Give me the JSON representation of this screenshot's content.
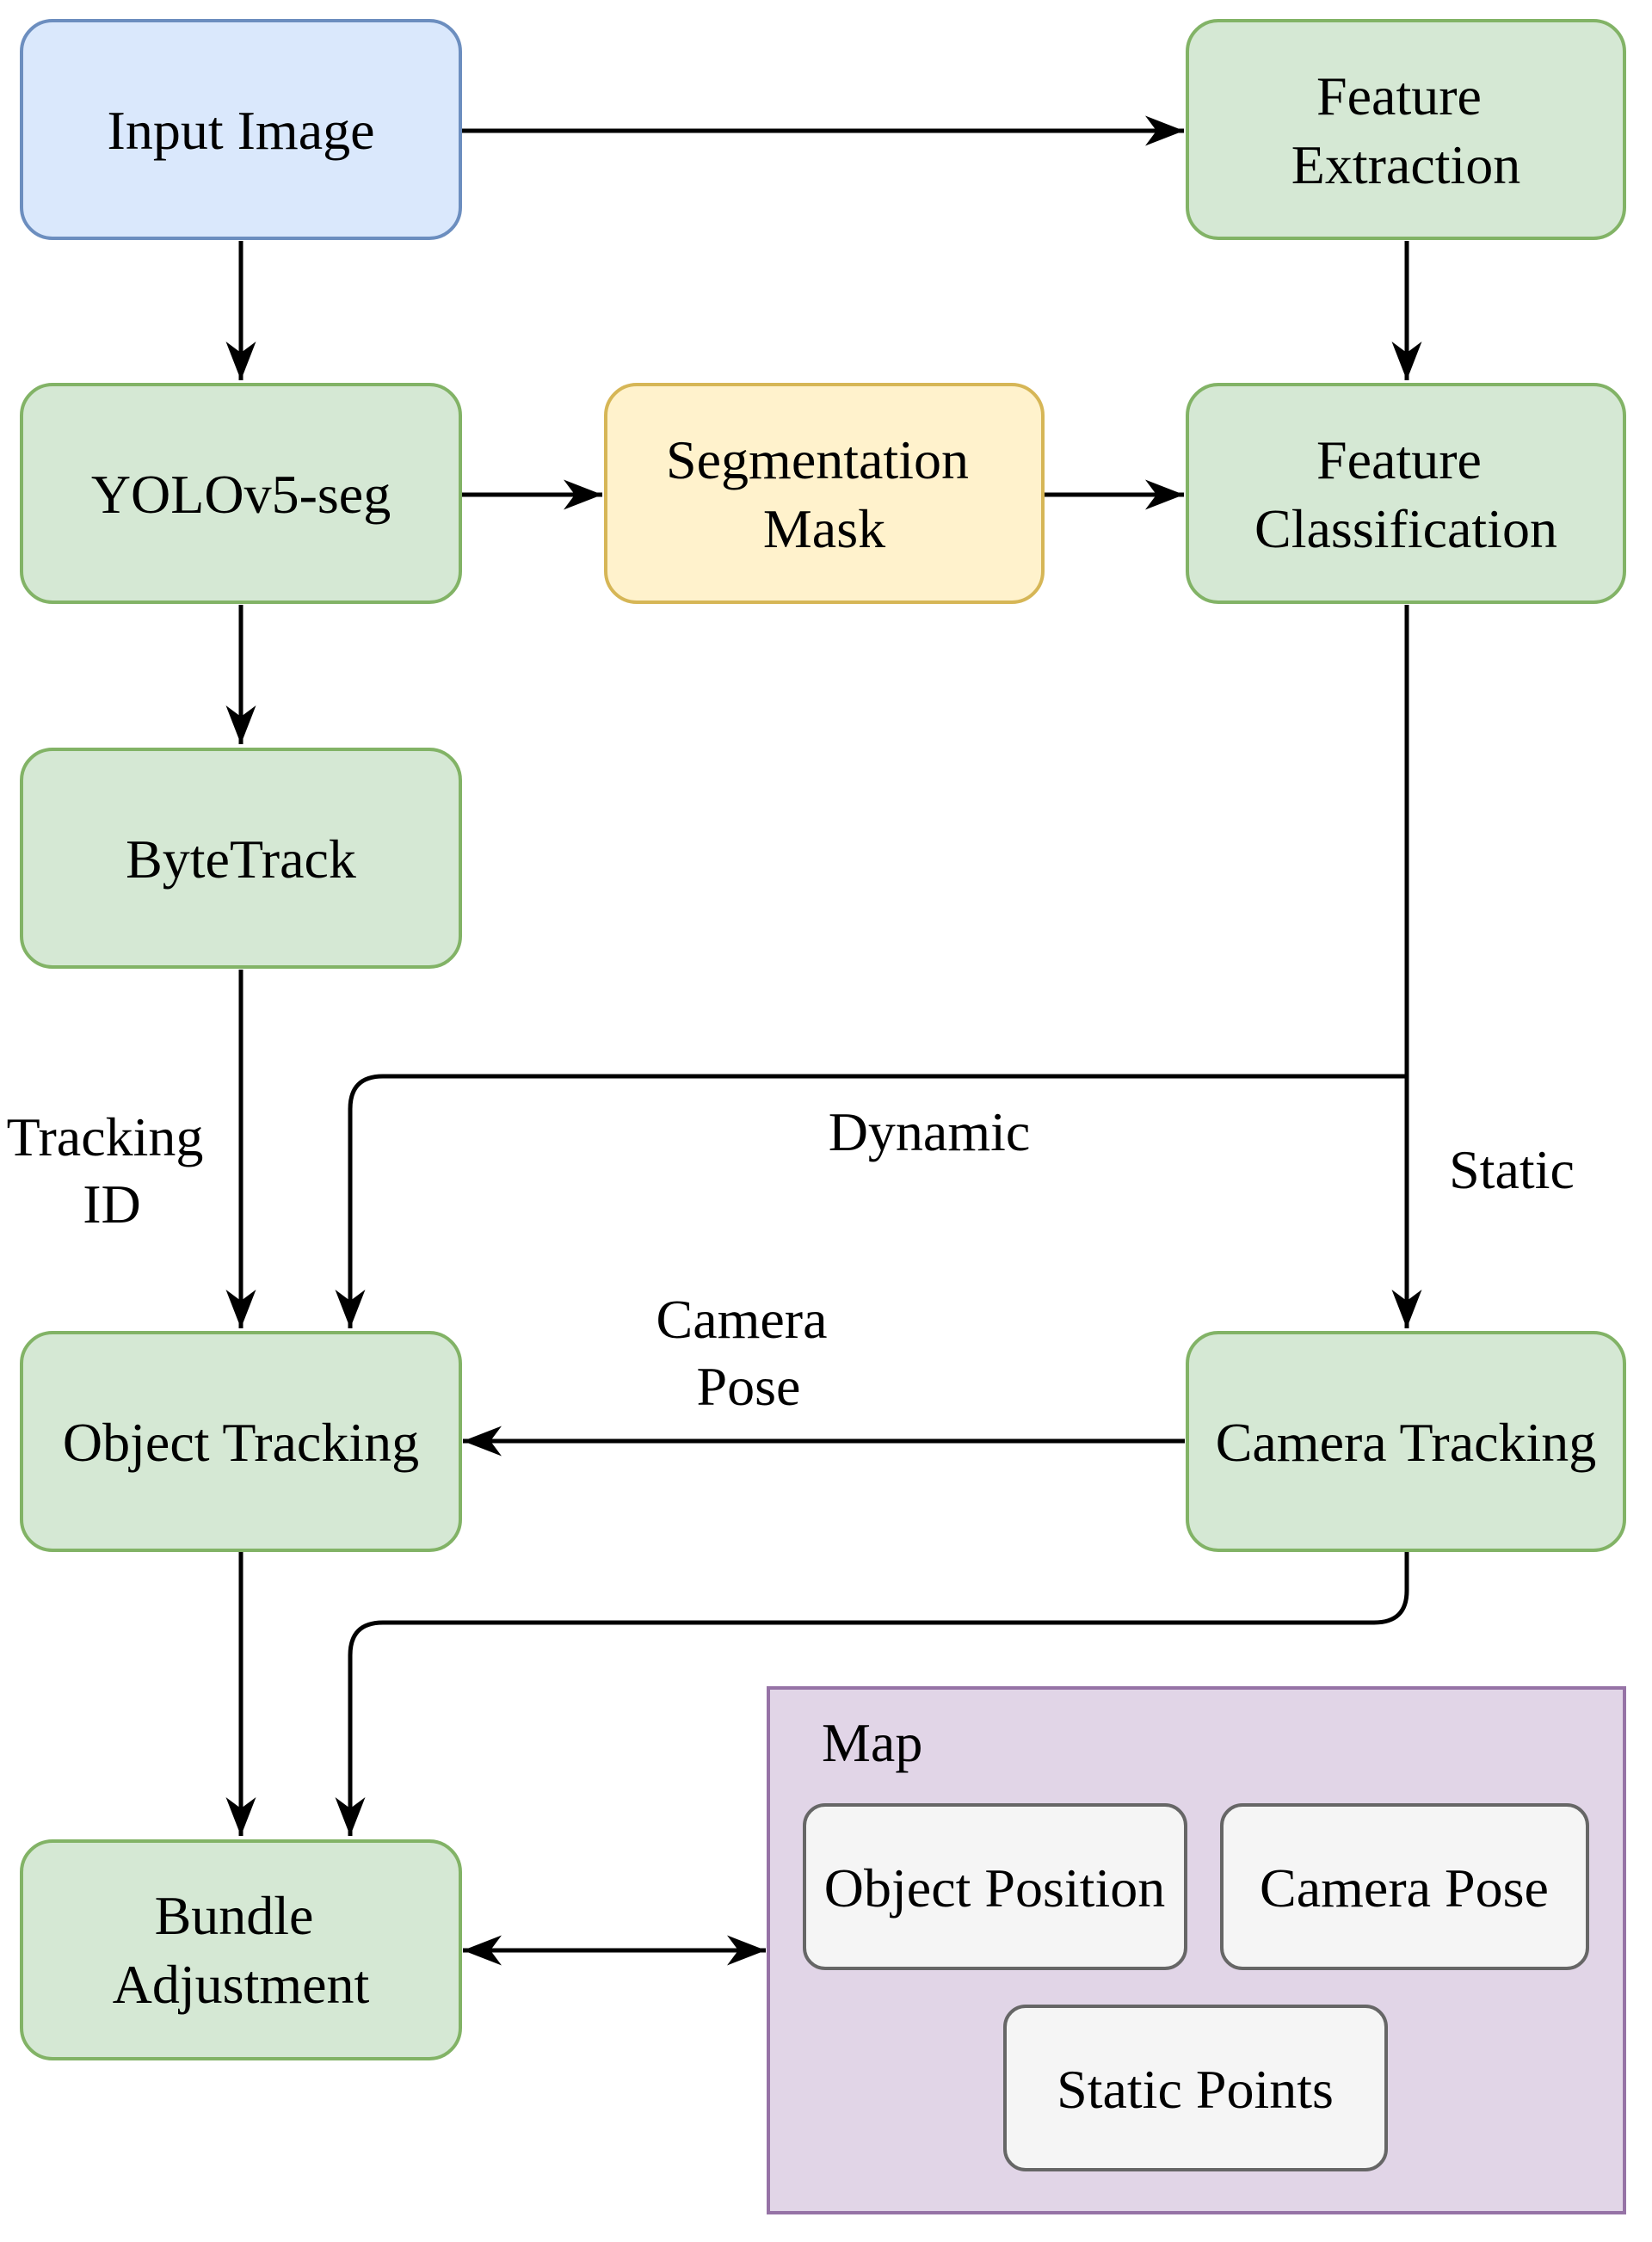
{
  "colors": {
    "blue_fill": "#dae8fc",
    "blue_stroke": "#6c8ebf",
    "green_fill": "#d5e8d4",
    "green_stroke": "#82b366",
    "yellow_fill": "#fff2cc",
    "yellow_stroke": "#d6b656",
    "purple_fill": "#e1d5e7",
    "purple_stroke": "#9673a6",
    "gray_fill": "#f5f5f5",
    "gray_stroke": "#666666"
  },
  "nodes": {
    "input_image": {
      "lines": [
        "Input Image"
      ]
    },
    "feature_extraction": {
      "lines": [
        "Feature",
        "Extraction"
      ]
    },
    "yolov5_seg": {
      "lines": [
        "YOLOv5-seg"
      ]
    },
    "segmentation_mask": {
      "lines": [
        "Segmentation",
        "Mask"
      ]
    },
    "feature_classification": {
      "lines": [
        "Feature",
        "Classification"
      ]
    },
    "bytetrack": {
      "lines": [
        "ByteTrack"
      ]
    },
    "object_tracking": {
      "lines": [
        "Object Tracking"
      ]
    },
    "camera_tracking": {
      "lines": [
        "Camera Tracking"
      ]
    },
    "bundle_adjustment": {
      "lines": [
        "Bundle",
        "Adjustment"
      ]
    }
  },
  "map": {
    "title": "Map",
    "items": {
      "object_position": "Object Position",
      "camera_pose": "Camera Pose",
      "static_points": "Static Points"
    }
  },
  "edge_labels": {
    "tracking_id": [
      "Tracking",
      "ID"
    ],
    "dynamic": "Dynamic",
    "static": "Static",
    "camera_pose": [
      "Camera",
      "Pose"
    ]
  }
}
